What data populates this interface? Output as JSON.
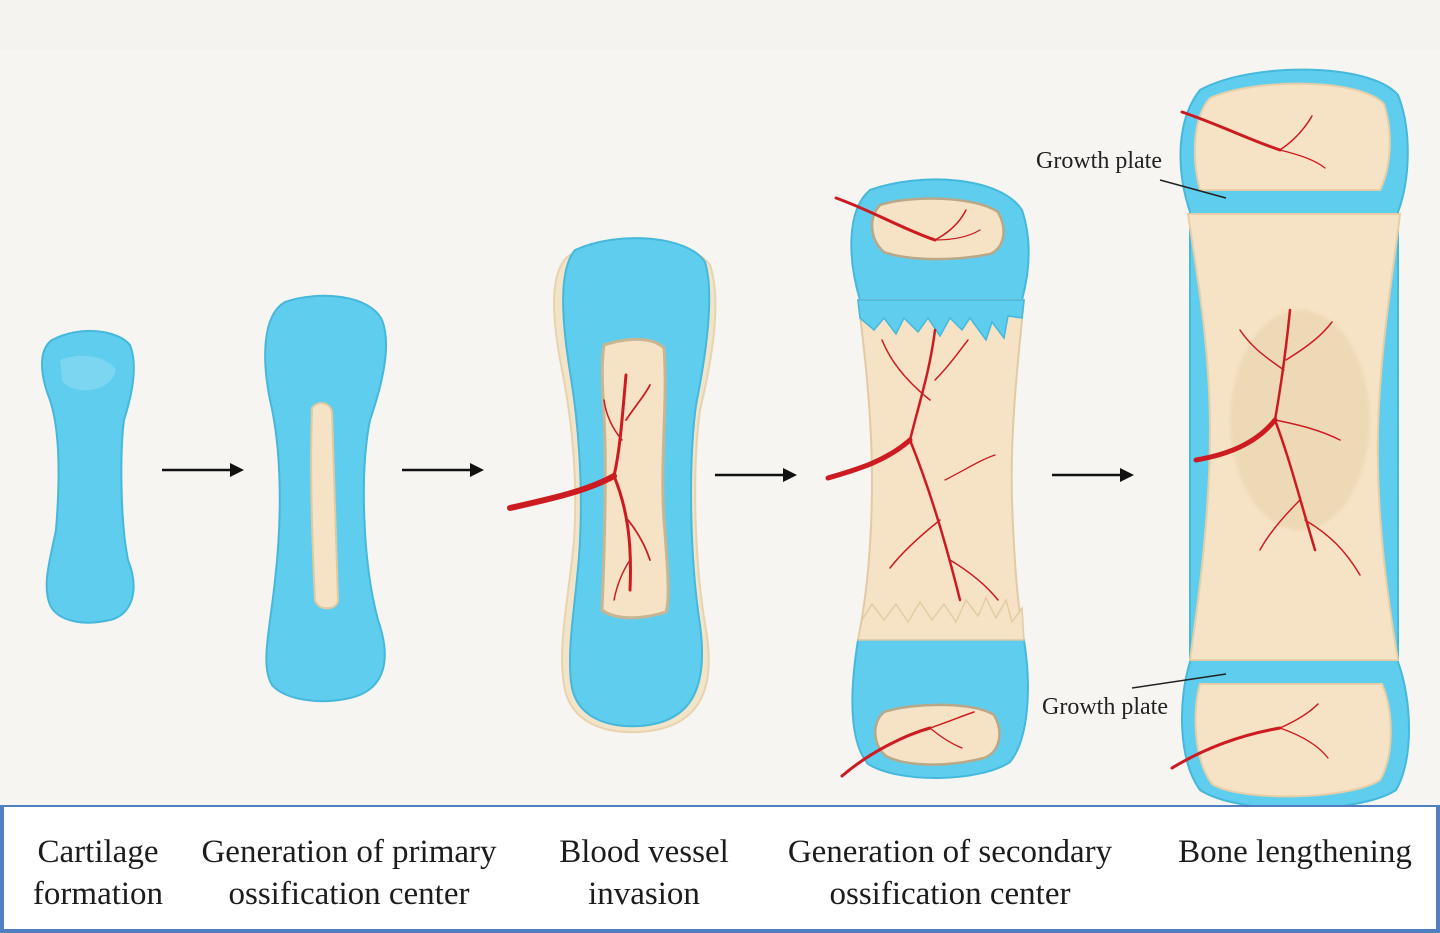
{
  "stages": [
    {
      "id": "cartilage-formation",
      "label": "Cartilage\nformation"
    },
    {
      "id": "primary-ossification",
      "label": "Generation of primary\nossification center"
    },
    {
      "id": "blood-vessel-invasion",
      "label": "Blood vessel\ninvasion"
    },
    {
      "id": "secondary-ossification",
      "label": "Generation of secondary\nossification center"
    },
    {
      "id": "bone-lengthening",
      "label": "Bone lengthening"
    }
  ],
  "annotations": {
    "growth_plate_top": "Growth plate",
    "growth_plate_bottom": "Growth plate"
  },
  "colors": {
    "cartilage": "#5fcdee",
    "cartilage_light": "#a6e4f6",
    "bone": "#f6e2c4",
    "bone_edge": "#e6cfa8",
    "vessel": "#cc1c22",
    "arrow": "#111111",
    "caption_border": "#4f7fc0"
  }
}
